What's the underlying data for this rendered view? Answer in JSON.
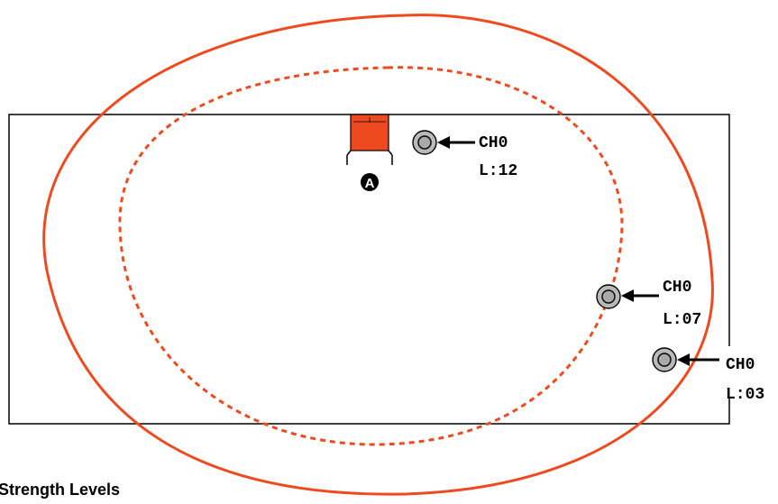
{
  "caption": "Strength Levels",
  "access_point": {
    "marker_label": "A",
    "color": "#ef4a1f"
  },
  "coverage": {
    "color": "#ef4a1f",
    "outer_ring_style": "solid",
    "inner_ring_style": "dashed"
  },
  "clients": [
    {
      "channel": "CH0",
      "level": "L:12",
      "icon": "client-device-icon"
    },
    {
      "channel": "CH0",
      "level": "L:07",
      "icon": "client-device-icon"
    },
    {
      "channel": "CH0",
      "level": "L:03",
      "icon": "client-device-icon"
    }
  ],
  "colors": {
    "client_fill": "#b9b9b9",
    "room_outline": "#000000"
  }
}
